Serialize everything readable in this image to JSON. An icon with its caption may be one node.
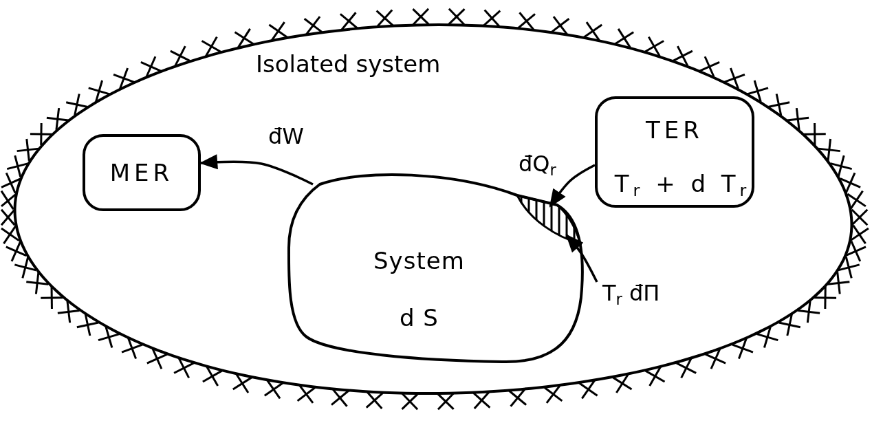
{
  "diagram": {
    "nodes": [
      {
        "text": [
          "Isolated system"
        ]
      },
      {
        "text": [
          "MER"
        ],
        "in": 0
      },
      {
        "text": [
          "TER",
          "T$_{r}$ + d T$_{r}$"
        ],
        "in": 0
      },
      {
        "text": [
          "System",
          "d S"
        ],
        "in": 0
      }
    ],
    "edges": [
      {
        "from": 3,
        "to": 1,
        "arrow": "to",
        "label": "đW"
      },
      {
        "from": 2,
        "to": 3,
        "arrow": "to",
        "label": "đQ$_{r}$"
      },
      {
        "from": null,
        "to": 3,
        "arrow": "to",
        "label": "T$_{r}$  đΠ"
      }
    ]
  }
}
